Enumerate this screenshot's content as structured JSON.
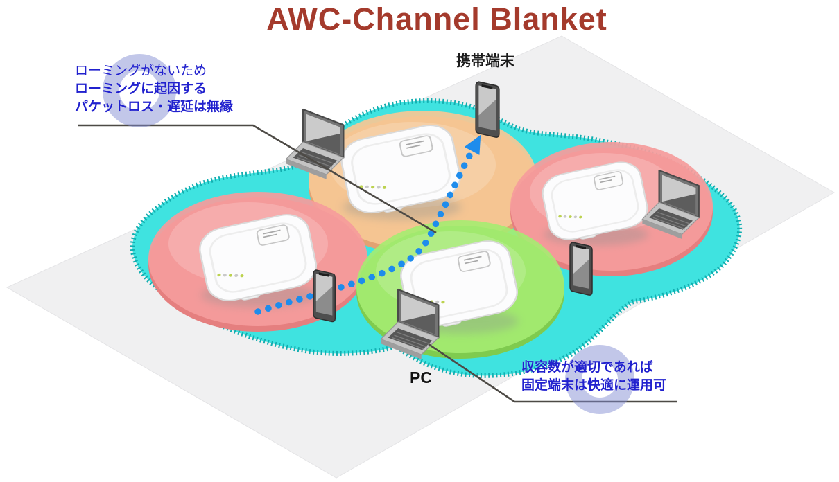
{
  "title": "AWC-Channel Blanket",
  "labels": {
    "mobile_device": "携帯端末",
    "pc": "PC"
  },
  "annotations": {
    "roaming": {
      "line1": "ローミングがないため",
      "line2": "ローミングに起因する",
      "line3": "パケットロス・遅延は無縁"
    },
    "capacity": {
      "line1": "収容数が適切であれば",
      "line2": "固定端末は快適に運用可"
    }
  },
  "colors": {
    "title_text": "#A43A2C",
    "annotation_text": "#2121CE",
    "floor": "#F0F0F1",
    "blanket": "#3FE3E0",
    "blanket_edge": "#12AEB0",
    "zone_orange": "#F6C795",
    "zone_orange_rim": "#E2A272",
    "zone_red": "#F59C9C",
    "zone_red_rim": "#E57F7F",
    "zone_green": "#A5EC71",
    "zone_green_rim": "#7FCB4F",
    "arrow": "#1E8CEC",
    "callout_line": "#4D4A45",
    "highlight_ring": "#7F8AD2"
  },
  "diagram": {
    "zones": [
      {
        "name": "coverage-zone-top",
        "color": "#F6C795"
      },
      {
        "name": "coverage-zone-left",
        "color": "#F59C9C"
      },
      {
        "name": "coverage-zone-right",
        "color": "#F59C9C"
      },
      {
        "name": "coverage-zone-bottom",
        "color": "#A5EC71"
      }
    ],
    "access_points": [
      "ap-top",
      "ap-left",
      "ap-right",
      "ap-bottom"
    ],
    "laptops": [
      "laptop-top-left",
      "laptop-right",
      "laptop-pc"
    ],
    "phones": [
      "phone-mobile",
      "phone-center",
      "phone-right"
    ]
  }
}
